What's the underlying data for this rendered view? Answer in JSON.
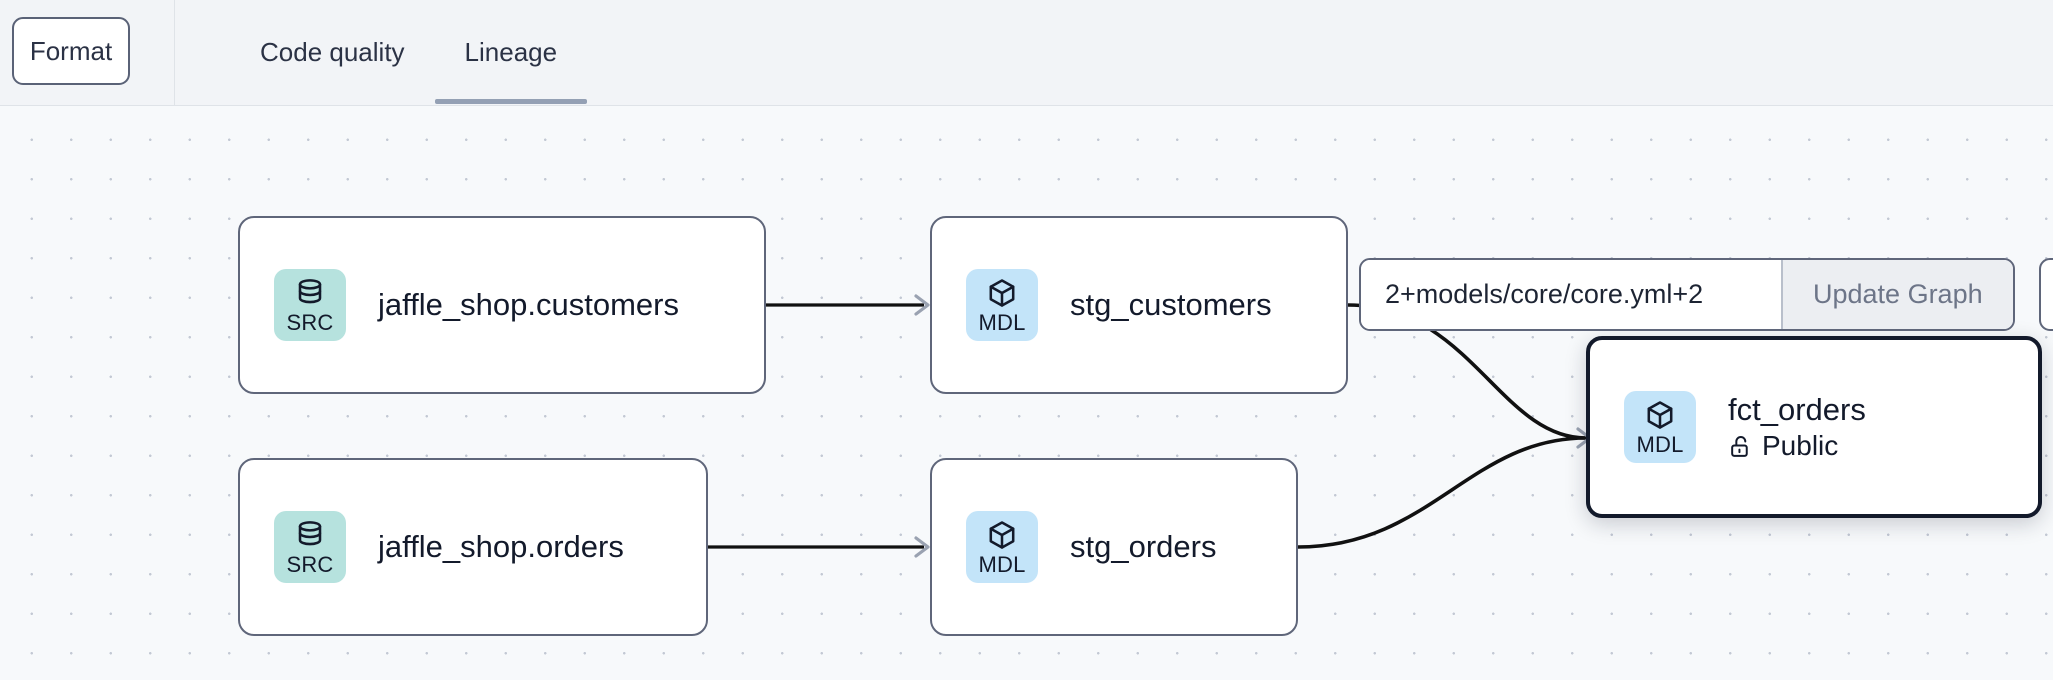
{
  "toolbar": {
    "format_label": "Format",
    "tabs": [
      {
        "label": "Code quality",
        "active": false
      },
      {
        "label": "Lineage",
        "active": true
      }
    ]
  },
  "graph_controls": {
    "selector_value": "2+models/core/core.yml+2",
    "selector_placeholder": "2+models/core/core.yml+2",
    "update_graph_label": "Update Graph"
  },
  "lineage": {
    "nodes": [
      {
        "id": "jaffle_shop_customers",
        "badge": "SRC",
        "badge_icon": "database-icon",
        "title": "jaffle_shop.customers",
        "selected": false
      },
      {
        "id": "stg_customers",
        "badge": "MDL",
        "badge_icon": "cube-icon",
        "title": "stg_customers",
        "selected": false
      },
      {
        "id": "jaffle_shop_orders",
        "badge": "SRC",
        "badge_icon": "database-icon",
        "title": "jaffle_shop.orders",
        "selected": false
      },
      {
        "id": "stg_orders",
        "badge": "MDL",
        "badge_icon": "cube-icon",
        "title": "stg_orders",
        "selected": false
      },
      {
        "id": "fct_orders",
        "badge": "MDL",
        "badge_icon": "cube-icon",
        "title": "fct_orders",
        "access_label": "Public",
        "access_icon": "unlock-icon",
        "selected": true
      }
    ]
  },
  "colors": {
    "src_badge_bg": "#b6e2de",
    "mdl_badge_bg": "#c3e4f9",
    "node_border": "#5f667a",
    "selected_node_border": "#131a2b",
    "canvas_bg": "#f7f9fb",
    "topbar_bg": "#f2f4f7",
    "tab_underline": "#94a0b4",
    "edge_stroke": "#000000",
    "arrowhead": "#9aa2b1"
  }
}
